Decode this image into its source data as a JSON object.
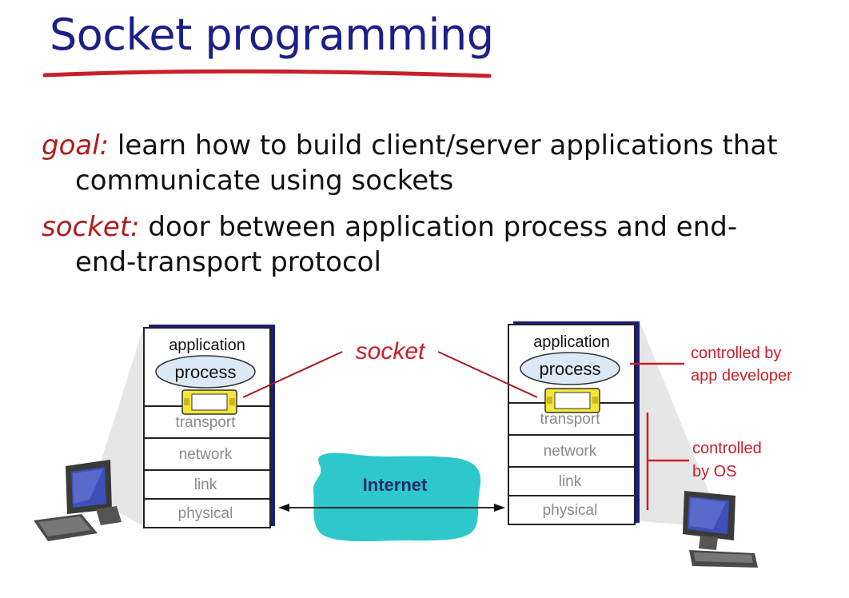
{
  "slide": {
    "title": "Socket programming",
    "goal_term": "goal:",
    "goal_line1": " learn how to build client/server applications that",
    "goal_line2": "communicate using sockets",
    "socket_term": "socket:",
    "socket_line1": " door between application process and end-",
    "socket_line2": "end-transport protocol"
  },
  "diagram": {
    "left_host": {
      "application_label": "application",
      "process_label": "process",
      "layers": [
        "transport",
        "network",
        "link",
        "physical"
      ]
    },
    "right_host": {
      "application_label": "application",
      "process_label": "process",
      "layers": [
        "transport",
        "network",
        "link",
        "physical"
      ]
    },
    "socket_label": "socket",
    "internet_label": "Internet",
    "annotation_app_line1": "controlled by",
    "annotation_app_line2": "app developer",
    "annotation_os_line1": "controlled",
    "annotation_os_line2": "by OS"
  },
  "colors": {
    "title": "#1b1f86",
    "underline": "#c8202a",
    "term": "#b11a1a",
    "annotation": "#c8202a",
    "stack_shadow": "#1c1c7a",
    "process_ellipse": "#dbe9f7",
    "socket_fill": "#f5e63a",
    "internet_cloud": "#2ec8cc",
    "layer_text": "#8a8a8a"
  }
}
